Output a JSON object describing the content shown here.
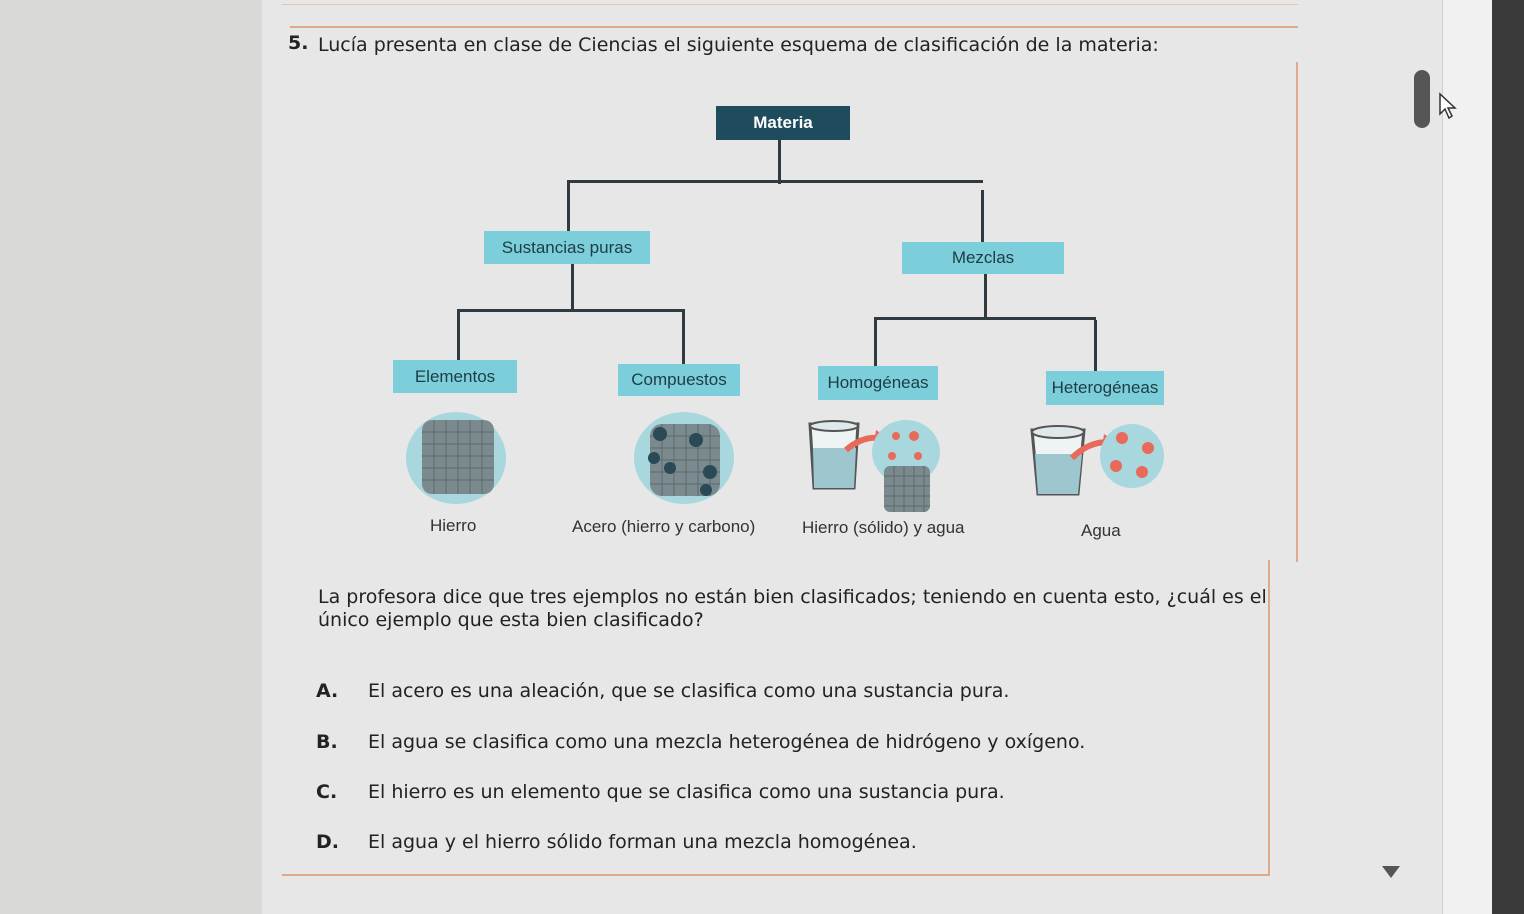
{
  "question": {
    "number": "5.",
    "text": "Lucía presenta en clase de Ciencias el siguiente esquema de clasificación de la materia:"
  },
  "diagram": {
    "root": "Materia",
    "level1": {
      "left": "Sustancias puras",
      "right": "Mezclas"
    },
    "level2": {
      "elementos": "Elementos",
      "compuestos": "Compuestos",
      "homogeneas": "Homogéneas",
      "heterogeneas": "Heterogéneas"
    },
    "examples": {
      "hierro": "Hierro",
      "acero": "Acero (hierro y carbono)",
      "hierro_agua": "Hierro (sólido) y agua",
      "agua": "Agua"
    }
  },
  "prompt": "La profesora dice que tres ejemplos no están bien clasificados; teniendo en cuenta esto, ¿cuál es el único ejemplo que esta bien clasificado?",
  "options": [
    {
      "letter": "A.",
      "text": "El acero es una aleación, que se clasifica como una sustancia pura."
    },
    {
      "letter": "B.",
      "text": "El agua se clasifica como una mezcla heterogénea de hidrógeno y oxígeno."
    },
    {
      "letter": "C.",
      "text": "El hierro es un elemento que se clasifica como una sustancia pura."
    },
    {
      "letter": "D.",
      "text": "El agua y el hierro sólido forman una mezcla homogénea."
    }
  ],
  "colors": {
    "box": "#7ccfda",
    "root_box": "#1e4c5c",
    "frame": "#e0a98a",
    "particle": "#e86a5a"
  }
}
